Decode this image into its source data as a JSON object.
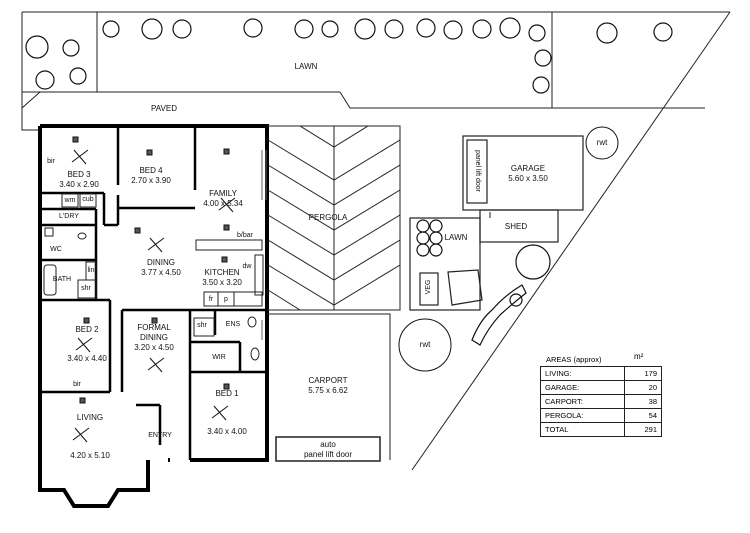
{
  "outdoor": {
    "lawn_top": "LAWN",
    "paved": "PAVED",
    "pergola": "PERGOLA",
    "carport_name": "CARPORT",
    "carport_dim": "5.75 x 6.62",
    "auto_door_1": "auto",
    "auto_door_2": "panel lift door",
    "garage_name": "GARAGE",
    "garage_dim": "5.60 x 3.50",
    "garage_door": "panel lift door",
    "shed": "SHED",
    "lawn_small": "LAWN",
    "veg": "VEG",
    "rwt_top": "rwt",
    "rwt_mid": "rwt"
  },
  "rooms": {
    "bed3": {
      "name": "BED 3",
      "dim": "3.40 x 2.90"
    },
    "bed4": {
      "name": "BED 4",
      "dim": "2.70 x 3.90"
    },
    "family": {
      "name": "FAMILY",
      "dim": "4.00 x 5.34"
    },
    "dining": {
      "name": "DINING",
      "dim": "3.77 x 4.50"
    },
    "kitchen": {
      "name": "KITCHEN",
      "dim": "3.50 x 3.20"
    },
    "bed2": {
      "name": "BED 2",
      "dim": "3.40 x 4.40"
    },
    "formal_dining": {
      "name": "FORMAL",
      "name2": "DINING",
      "dim": "3.20 x 4.50"
    },
    "bed1": {
      "name": "BED 1",
      "dim": "3.40 x 4.00"
    },
    "living": {
      "name": "LIVING",
      "dim": "4.20 x 5.10"
    }
  },
  "fixtures": {
    "bir_top": "bir",
    "bir_bed2": "bir",
    "wm": "wm",
    "cub": "cub",
    "ldry": "L'DRY",
    "wc": "WC",
    "bath": "BATH",
    "lin": "lin",
    "shr_bath": "shr",
    "bbar": "b/bar",
    "dw": "dw",
    "fr": "fr",
    "p": "p",
    "shr_ens": "shr",
    "ens": "ENS",
    "wir": "WIR",
    "entry": "ENTRY"
  },
  "areas": {
    "title": "AREAS (approx)",
    "unit": "m²",
    "rows": [
      {
        "label": "LIVING:",
        "value": "179"
      },
      {
        "label": "GARAGE:",
        "value": "20"
      },
      {
        "label": "CARPORT:",
        "value": "38"
      },
      {
        "label": "PERGOLA:",
        "value": "54"
      },
      {
        "label": "TOTAL",
        "value": "291"
      }
    ]
  }
}
